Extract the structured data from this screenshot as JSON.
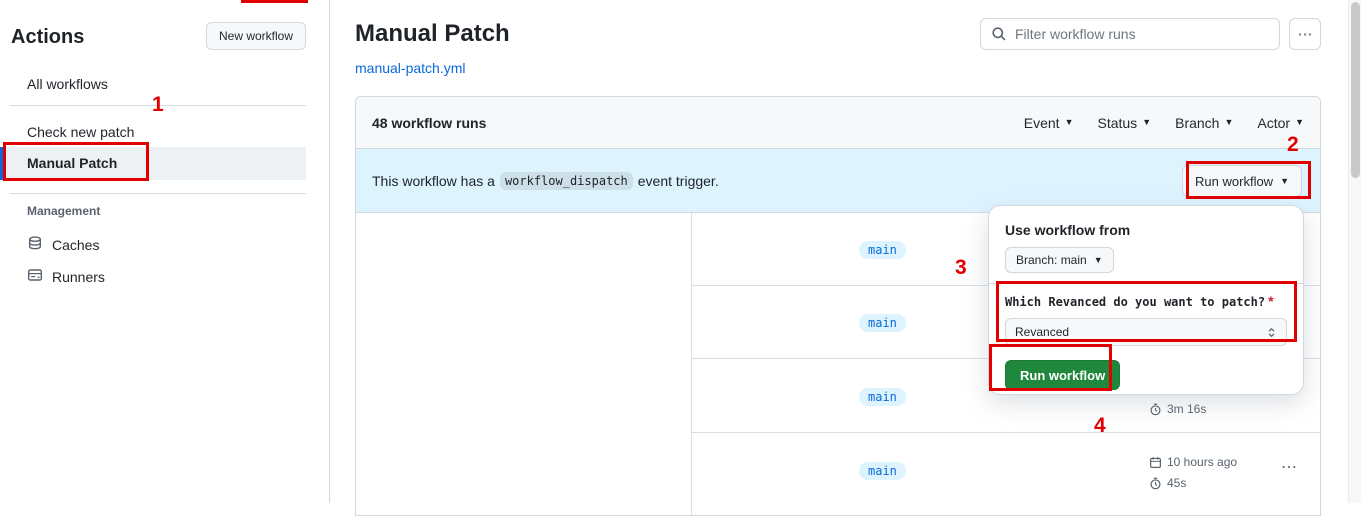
{
  "annotations": {
    "color": "#e00000",
    "steps": [
      "1",
      "2",
      "3",
      "4"
    ]
  },
  "sidebar": {
    "title": "Actions",
    "new_workflow_button": "New workflow",
    "items": {
      "all_workflows": "All workflows",
      "check_new_patch": "Check new patch",
      "manual_patch": "Manual Patch"
    },
    "management": {
      "title": "Management",
      "caches": "Caches",
      "runners": "Runners"
    }
  },
  "header": {
    "title": "Manual Patch",
    "file_link": "manual-patch.yml",
    "filter_placeholder": "Filter workflow runs",
    "kebab": "⋯"
  },
  "runs": {
    "count_label": "48 workflow runs",
    "filters": [
      {
        "label": "Event"
      },
      {
        "label": "Status"
      },
      {
        "label": "Branch"
      },
      {
        "label": "Actor"
      }
    ],
    "banner": {
      "text_before": "This workflow has a",
      "code": "workflow_dispatch",
      "text_after": "event trigger.",
      "button": "Run workflow"
    },
    "rows": [
      {
        "branch": "main"
      },
      {
        "branch": "main"
      },
      {
        "branch": "main",
        "duration": "3m 16s"
      },
      {
        "branch": "main",
        "time": "10 hours ago",
        "duration": "45s",
        "kebab": "⋯"
      }
    ]
  },
  "popover": {
    "heading": "Use workflow from",
    "branch_selector": "Branch: main",
    "question": "Which Revanced do you want to patch?",
    "required": "*",
    "select_value": "Revanced",
    "run_button": "Run workflow"
  }
}
